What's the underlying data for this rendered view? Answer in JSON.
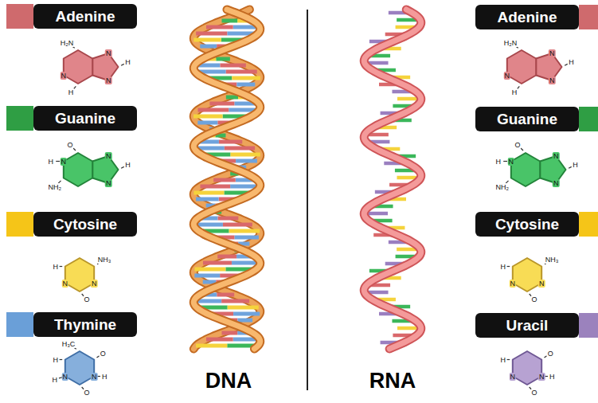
{
  "diagram": {
    "labels": [
      "H₂N",
      "N",
      "H",
      "N",
      "N",
      "H",
      "O",
      "N",
      "H",
      "H",
      "N",
      "N",
      "NH₂",
      "NH₃",
      "H",
      "N",
      "N",
      "O",
      "H₃C",
      "O",
      "H",
      "N",
      "H",
      "H",
      "N",
      "O",
      "DNA",
      "RNA",
      "H₂N",
      "N",
      "H",
      "N",
      "N",
      "H",
      "O",
      "N",
      "H",
      "H",
      "N",
      "N",
      "NH₂",
      "NH₃",
      "H",
      "N",
      "N",
      "O",
      "O",
      "H",
      "N",
      "H",
      "N",
      "O"
    ],
    "legend": [
      {
        "text": "Adenine",
        "color": "#cf6a6d"
      },
      {
        "text": "Guanine",
        "color": "#2f9e44"
      },
      {
        "text": "Cytosine",
        "color": "#f5c518"
      },
      {
        "text": "Thymine",
        "color": "#6a9fd8"
      },
      {
        "text": "Adenine",
        "color": "#cf6a6d"
      },
      {
        "text": "Guanine",
        "color": "#2f9e44"
      },
      {
        "text": "Cytosine",
        "color": "#f5c518"
      },
      {
        "text": "Uracil",
        "color": "#9b82bd"
      }
    ]
  }
}
